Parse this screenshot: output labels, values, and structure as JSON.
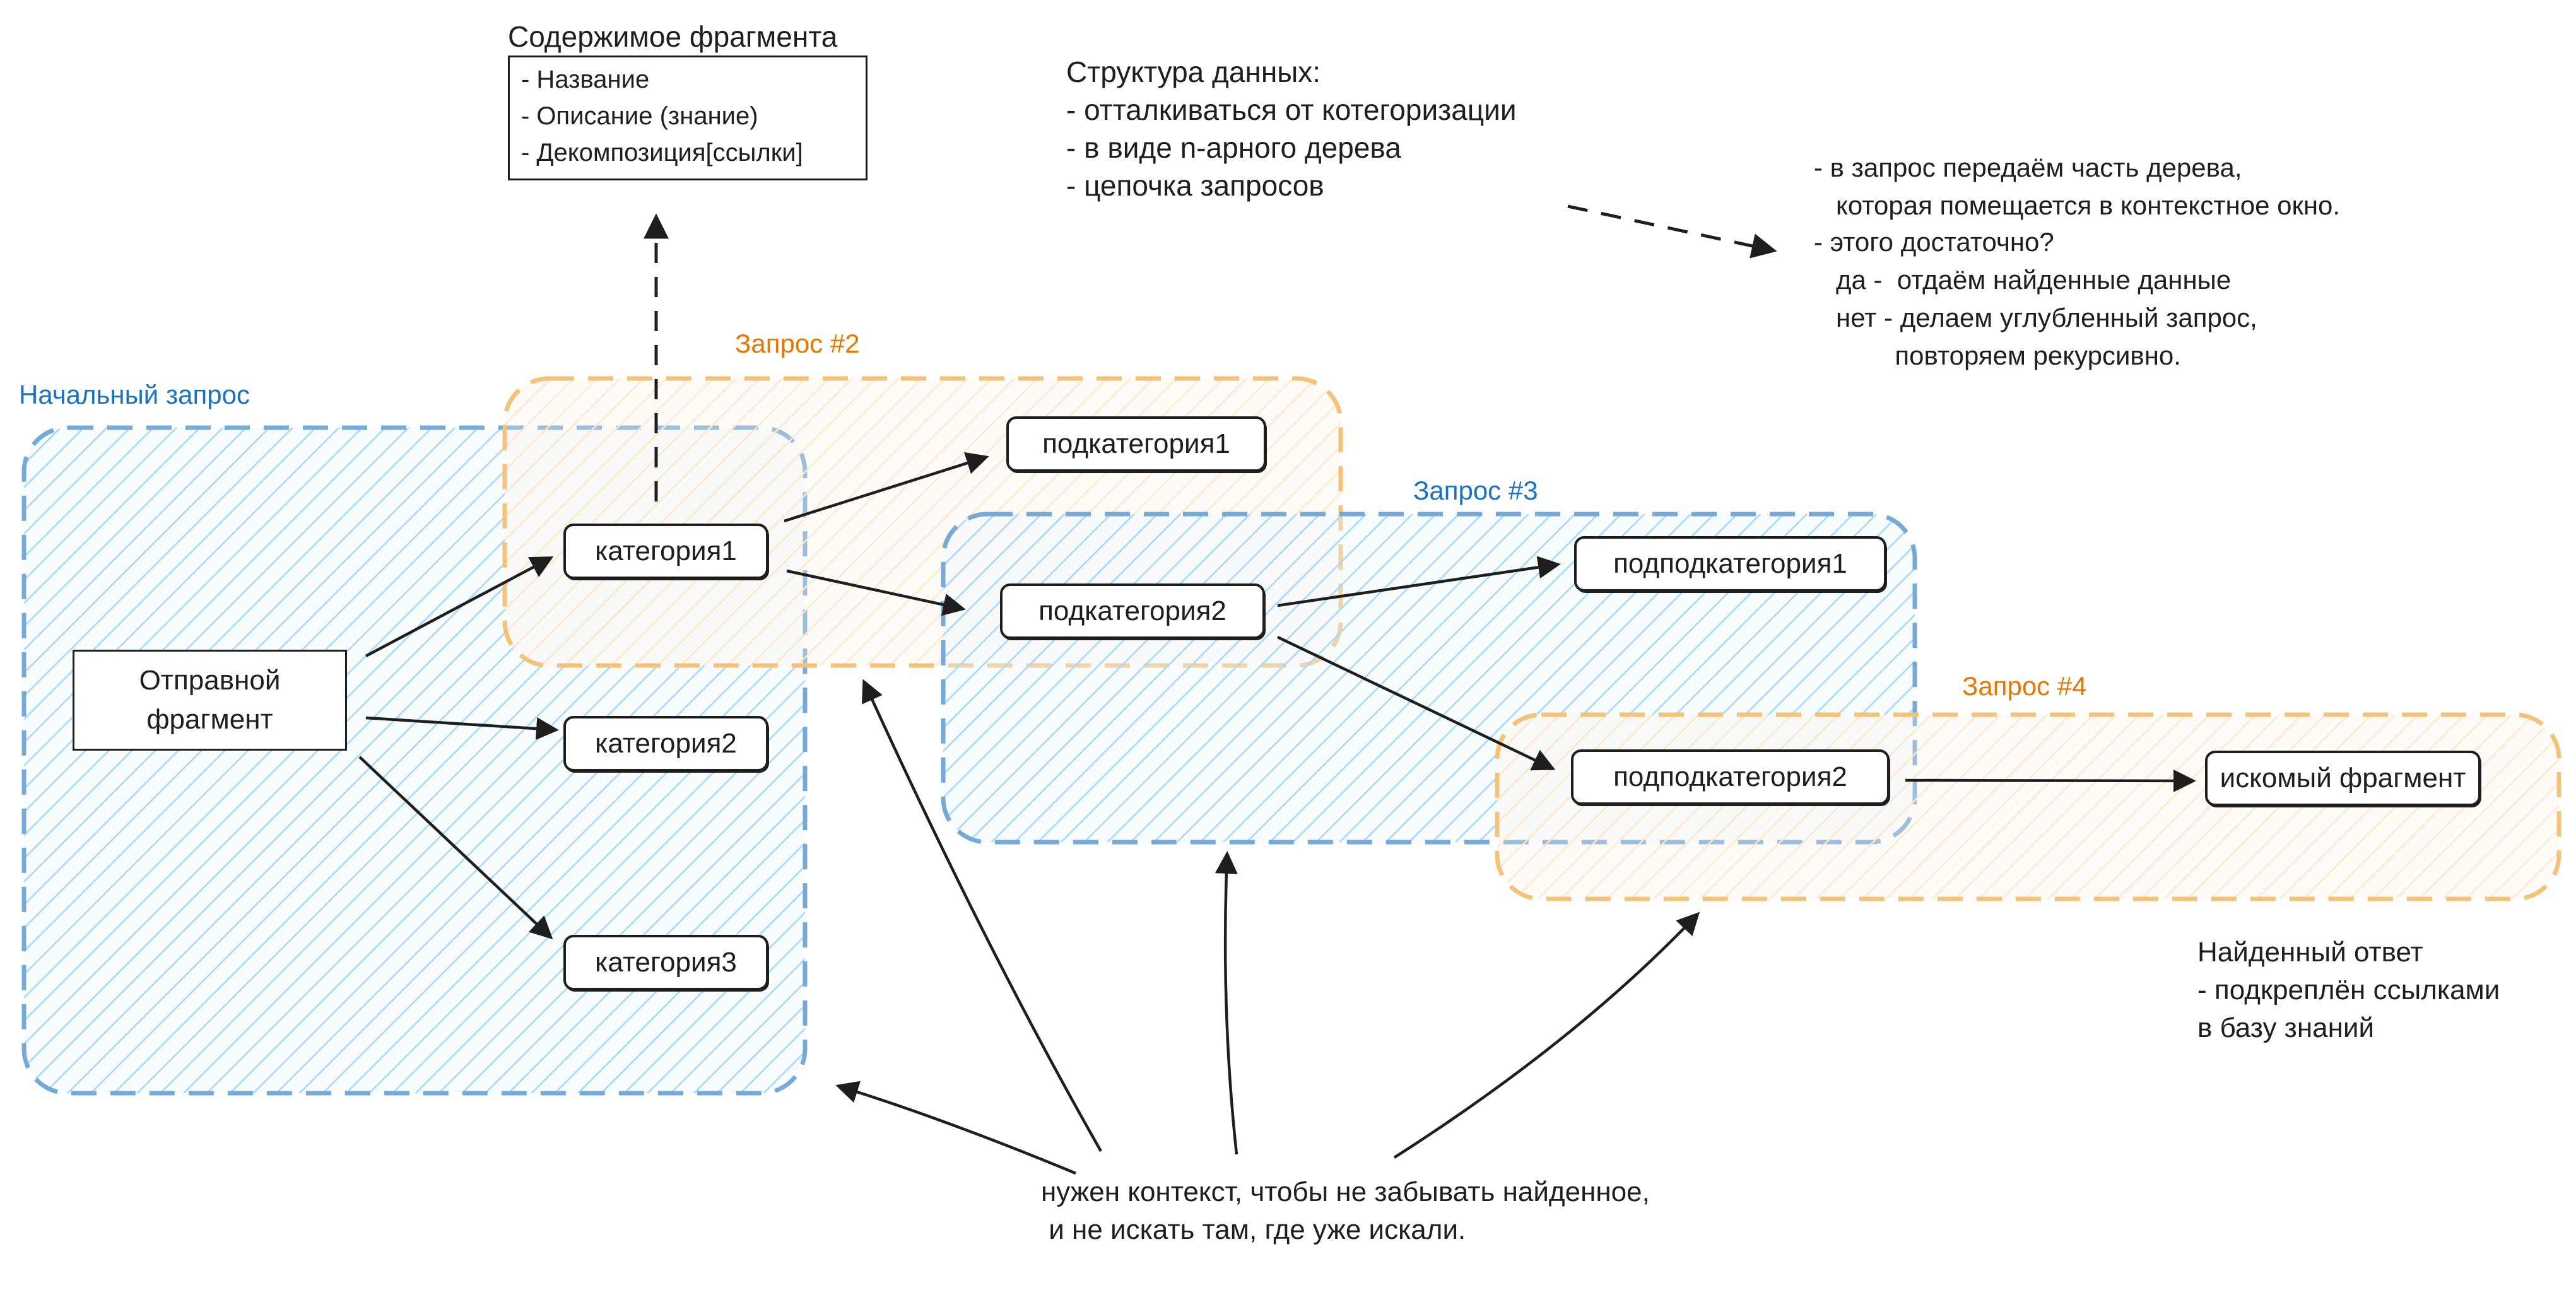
{
  "content_title": "Содержимое фрагмента",
  "content_items": [
    "- Название",
    "- Описание (знание)",
    "- Декомпозиция[ссылки]"
  ],
  "data_structure": {
    "title": "Структура данных:",
    "items": [
      "- отталкиваться от котегоризации",
      "- в виде n-арного дерева",
      "- цепочка запросов"
    ]
  },
  "process_notes": [
    "- в запрос передаём часть дерева,",
    "   которая помещается в контекстное окно.",
    "- этого достаточно?",
    "   да -  отдаём найденные данные",
    "   нет - делаем углубленный запрос,",
    "           повторяем рекурсивно."
  ],
  "regions": {
    "initial": "Начальный запрос",
    "req2": "Запрос #2",
    "req3": "Запрос #3",
    "req4": "Запрос #4"
  },
  "nodes": {
    "start": [
      "Отправной",
      "фрагмент"
    ],
    "cat1": "категория1",
    "cat2": "категория2",
    "cat3": "категория3",
    "subcat1": "подкатегория1",
    "subcat2": "подкатегория2",
    "subsubcat1": "подподкатегория1",
    "subsubcat2": "подподкатегория2",
    "target": "искомый фрагмент"
  },
  "found_answer": [
    "Найденный ответ",
    "- подкреплён ссылками",
    "в базу знаний"
  ],
  "context_note": [
    "нужен контекст, чтобы не забывать найденное,",
    " и не искать там, где уже искали."
  ],
  "colors": {
    "blue_region": "#1971c2",
    "blue_stroke": "#74a9d8",
    "blue_fill": "#a5d8ff",
    "orange_region": "#e67700",
    "orange_stroke": "#f5b75a",
    "orange_fill": "#ffd8a8",
    "ink": "#1e1e1e"
  }
}
